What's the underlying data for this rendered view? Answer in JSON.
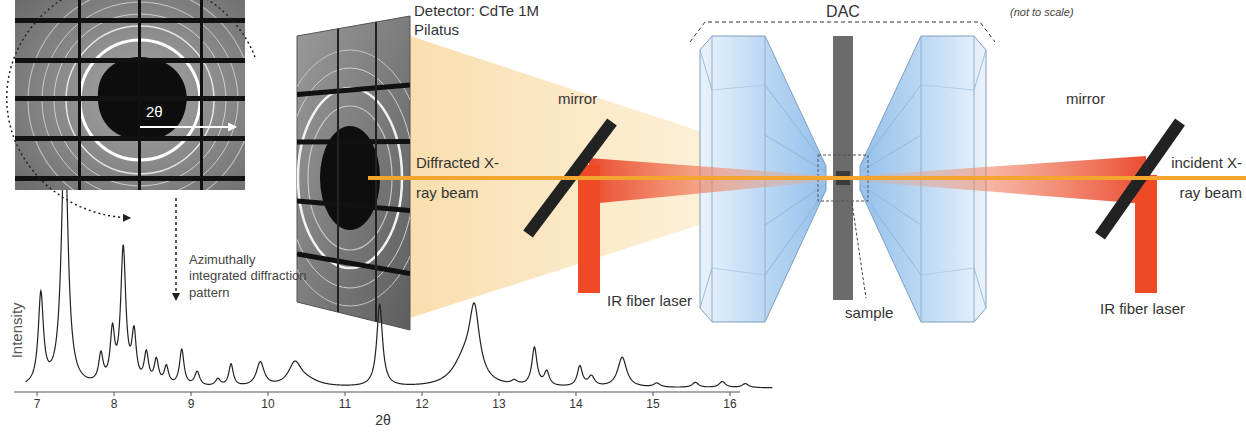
{
  "diagram": {
    "labels": [
      "(not to scale)",
      "DAC",
      "Detector: CdTe 1M Pilatus",
      "mirror",
      "Diffracted X-ray beam",
      "mirror",
      "incident X-ray beam",
      "IR fiber laser",
      "IR fiber laser",
      "sample",
      "2θ",
      "Azimuthally integrated diffraction pattern",
      "Intensity",
      "7",
      "8",
      "9",
      "10",
      "11",
      "12",
      "13",
      "14",
      "15",
      "16",
      "2θ"
    ]
  }
}
